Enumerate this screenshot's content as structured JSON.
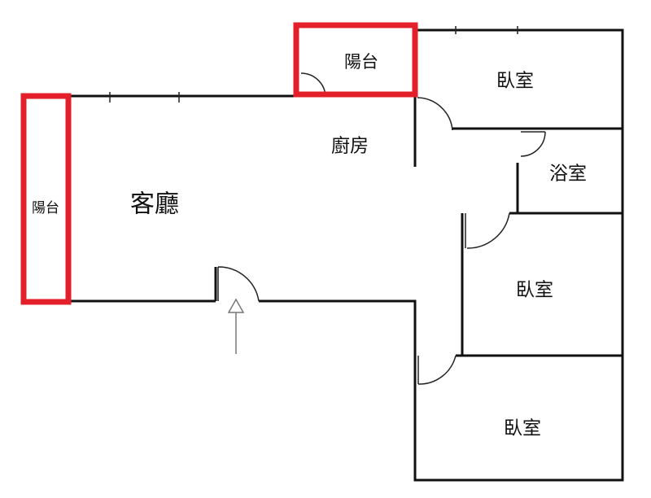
{
  "rooms": {
    "balcony_top": "陽台",
    "balcony_left": "陽台",
    "bedroom_top": "臥室",
    "kitchen": "廚房",
    "bathroom": "浴室",
    "living_room": "客廳",
    "bedroom_middle": "臥室",
    "bedroom_bottom": "臥室"
  },
  "colors": {
    "highlight": "#e3202a",
    "walls": "#111111"
  }
}
